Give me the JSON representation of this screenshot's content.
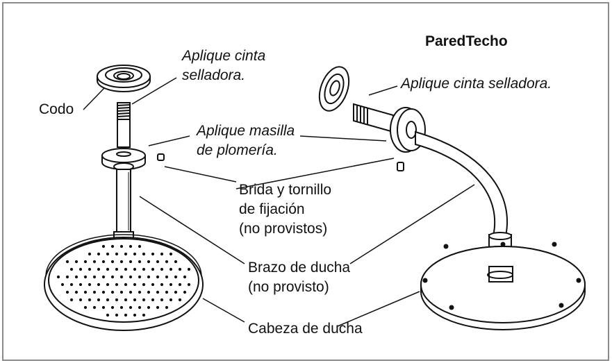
{
  "header": {
    "title": "ParedTecho"
  },
  "labels": {
    "codo": "Codo",
    "aplique_cinta_1": "Aplique cinta",
    "aplique_cinta_2": "selladora.",
    "aplique_masilla_1": "Aplique masilla",
    "aplique_masilla_2": "de plomería.",
    "brida_1": "Brida y tornillo",
    "brida_2": "de fijación",
    "brida_3": "(no provistos)",
    "brazo_1": "Brazo de ducha",
    "brazo_2": "(no provisto)",
    "cabeza": "Cabeza de ducha",
    "aplique_cinta_right": "Aplique cinta selladora."
  },
  "colors": {
    "line": "#111111",
    "frame": "#8a8a8a",
    "background": "#ffffff"
  }
}
